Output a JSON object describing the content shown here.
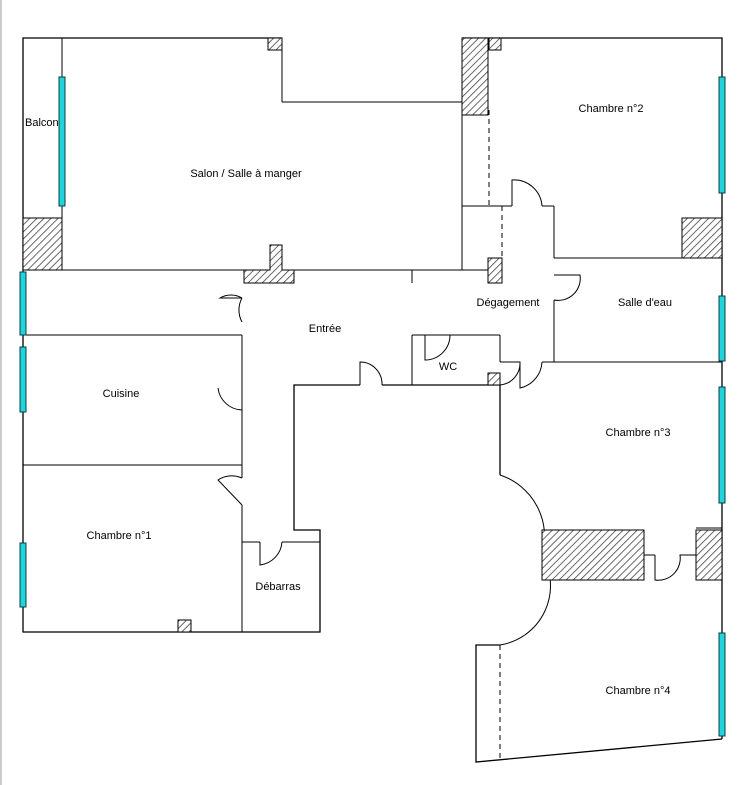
{
  "rooms": {
    "balcon": "Balcon",
    "salon": "Salon / Salle à manger",
    "chambre2": "Chambre n°2",
    "entree": "Entrée",
    "degagement": "Dégagement",
    "salle_eau": "Salle d'eau",
    "wc": "WC",
    "cuisine": "Cuisine",
    "chambre3": "Chambre n°3",
    "chambre1": "Chambre n°1",
    "debarras": "Débarras",
    "chambre4": "Chambre n°4"
  },
  "colors": {
    "window": "#20d4dc",
    "wall": "#000000",
    "background": "#ffffff"
  }
}
